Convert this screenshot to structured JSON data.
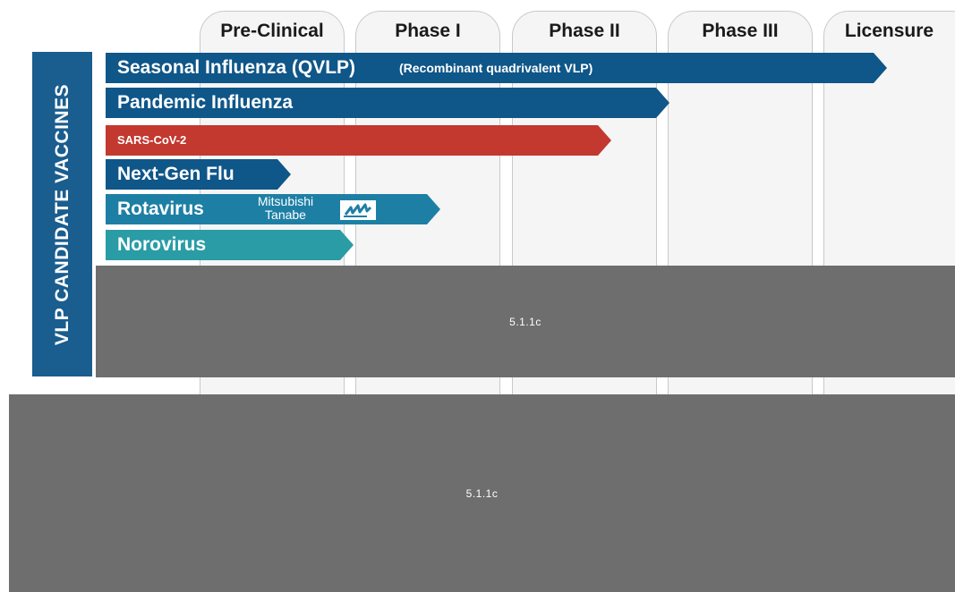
{
  "phases": [
    "Pre-Clinical",
    "Phase I",
    "Phase II",
    "Phase III",
    "Licensure"
  ],
  "side_title": "VLP CANDIDATE VACCINES",
  "candidates": {
    "seasonal": {
      "label": "Seasonal Influenza (QVLP)",
      "subtitle": "(Recombinant quadrivalent VLP)",
      "color": "#0f5689"
    },
    "pandemic": {
      "label": "Pandemic Influenza",
      "color": "#0f5689"
    },
    "sars": {
      "label": "SARS-CoV-2",
      "color": "#c3382f"
    },
    "nextgen": {
      "label": "Next-Gen Flu",
      "color": "#0f5689"
    },
    "rota": {
      "label": "Rotavirus",
      "partner": "Mitsubishi Tanabe",
      "partner_logo": "mitsubishi-tanabe-logo",
      "color": "#1e7fa5"
    },
    "noro": {
      "label": "Norovirus",
      "color": "#2a9ca6"
    }
  },
  "redactions": [
    "5.1.1c",
    "5.1.1c"
  ]
}
